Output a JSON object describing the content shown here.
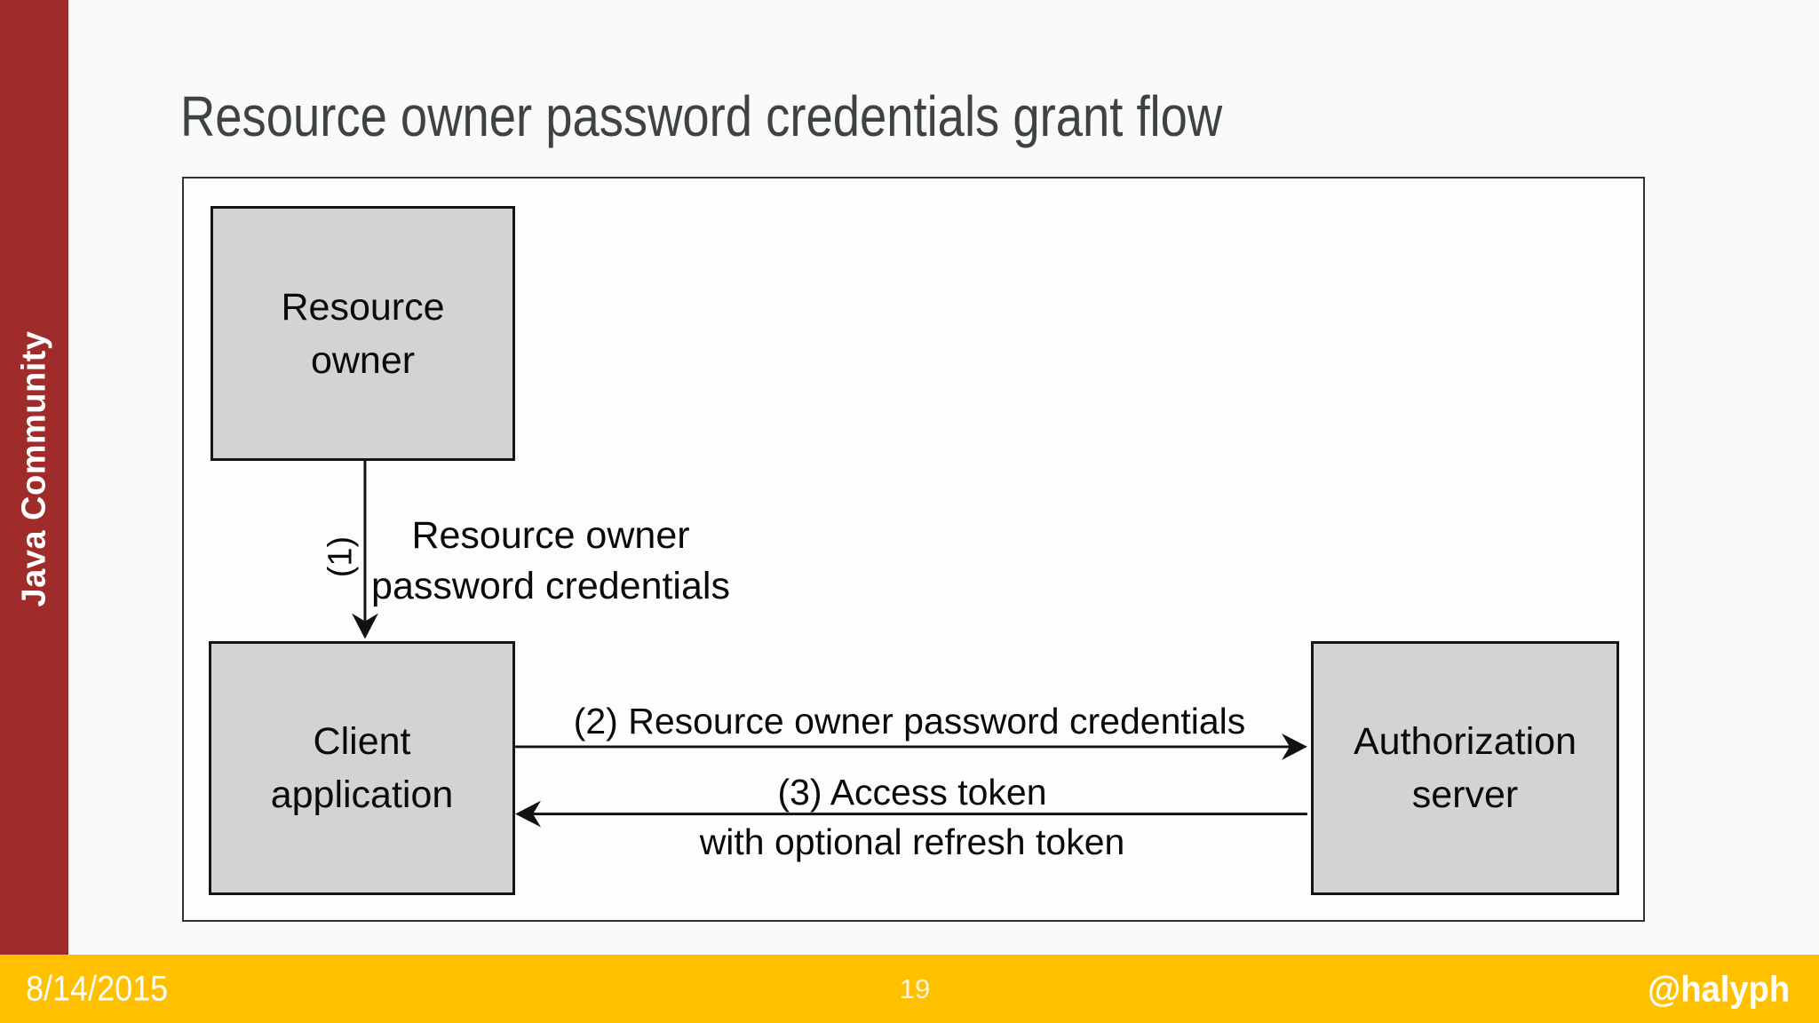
{
  "slide": {
    "title": "Resource owner password credentials grant flow",
    "sidebar_label": "Java Community"
  },
  "diagram": {
    "boxes": {
      "resource_owner": "Resource\nowner",
      "client_application": "Client\napplication",
      "authorization_server": "Authorization\nserver"
    },
    "arrows": {
      "step1_number": "(1)",
      "step1_label": "Resource owner\npassword credentials",
      "step2_label": "(2) Resource owner password credentials",
      "step3_label_above": "(3) Access token",
      "step3_label_below": "with optional refresh token"
    }
  },
  "footer": {
    "date": "8/14/2015",
    "page_number": "19",
    "handle": "@halyph"
  },
  "colors": {
    "sidebar_red": "#9f2b2b",
    "footer_gold": "#ffc000",
    "box_fill": "#d2d3d4",
    "title_gray": "#3d4343"
  }
}
